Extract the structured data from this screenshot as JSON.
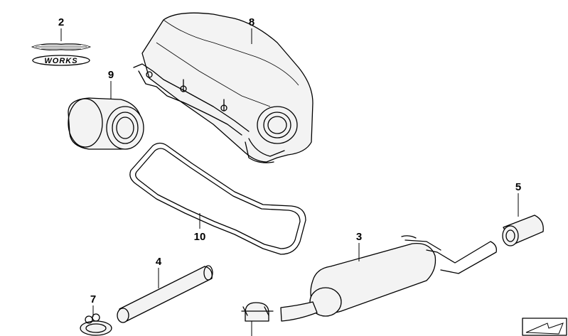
{
  "callouts": {
    "c2": "2",
    "c8": "8",
    "c9": "9",
    "c10": "10",
    "c4": "4",
    "c3": "3",
    "c5": "5",
    "c7": "7"
  },
  "logo": {
    "text": "WORKS"
  }
}
